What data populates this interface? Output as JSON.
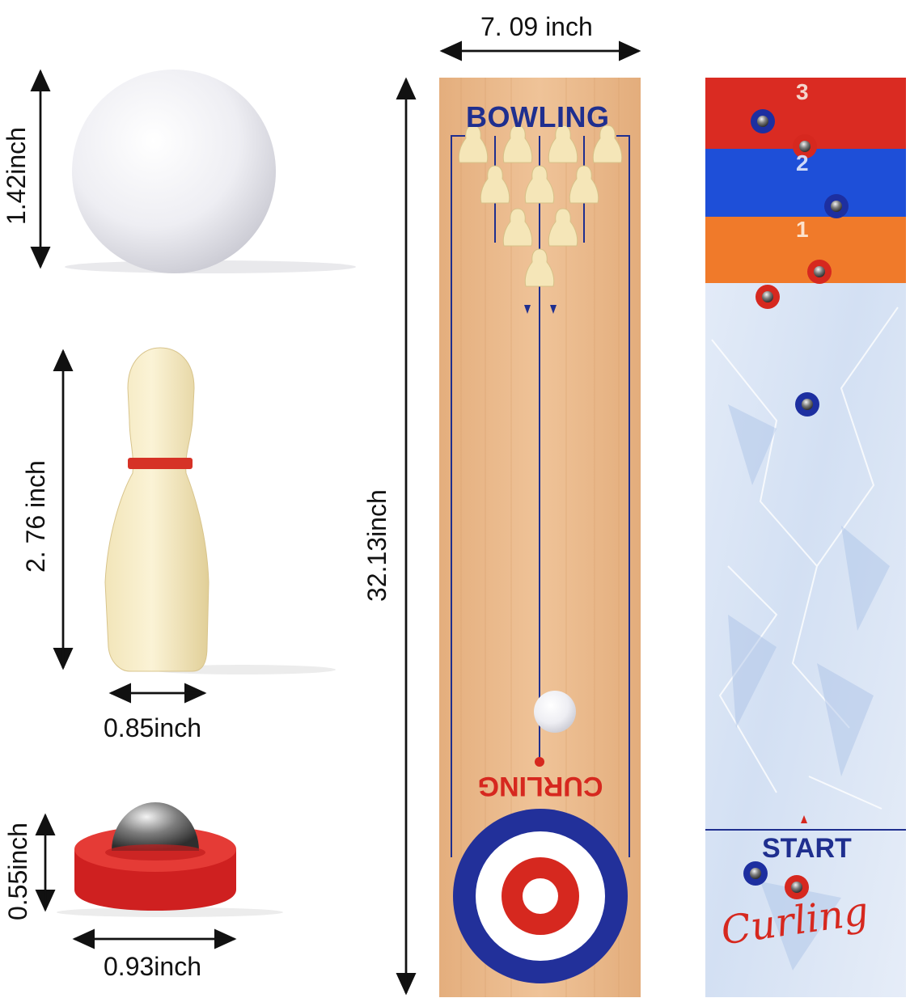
{
  "dimensions": {
    "ball_height": "1.42inch",
    "pin_height": "2. 76 inch",
    "pin_width": "0.85inch",
    "puck_height": "0.55inch",
    "puck_width": "0.93inch",
    "board_width": "7. 09 inch",
    "board_length": "32.13inch"
  },
  "bowling_board": {
    "title": "BOWLING",
    "curling_label": "CURLING"
  },
  "curling_board": {
    "zones": [
      "3",
      "2",
      "1"
    ],
    "start_label": "START",
    "logo_text": "Curling"
  },
  "colors": {
    "wood": "#e9b98b",
    "navy": "#1f2f8f",
    "red": "#d6281f",
    "blue_zone": "#1e4fd8",
    "orange_zone": "#f07a2a",
    "ice": "#dfe9f7"
  }
}
